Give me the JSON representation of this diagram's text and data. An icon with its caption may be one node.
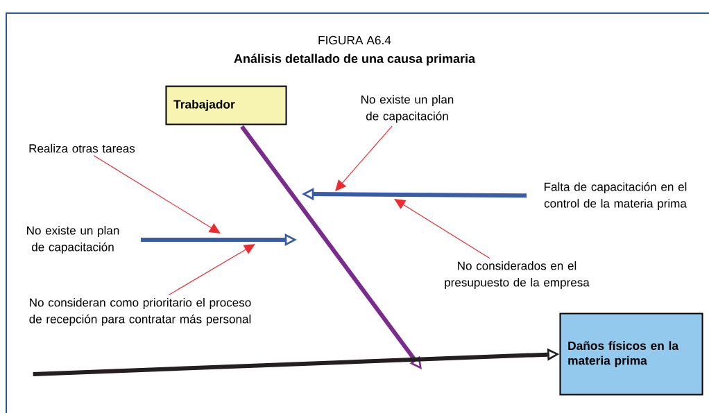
{
  "diagram": {
    "title": "Análisis detallado de una causa primaria",
    "nodes": [
      {
        "text": [
          "Trabajador"
        ]
      },
      {
        "text": [
          "Daños físicos en la materia prima"
        ]
      },
      {
        "text": [
          "Realiza otras tareas"
        ]
      },
      {
        "text": [
          "No existe un plan de capacitación"
        ]
      },
      {
        "text": [
          "No consideran como prioritario el proceso de recepción para contratar más personal"
        ]
      },
      {
        "text": [
          "No existe un plan de capacitación"
        ]
      },
      {
        "text": [
          "Falta de capacitación en el control de la materia prima"
        ]
      },
      {
        "text": [
          "No considerados en el presupuesto de la empresa"
        ]
      }
    ],
    "edges": [
      {
        "from": 0,
        "to": null,
        "arrow": "to",
        "style": "thick",
        "color": "#7b2a8e"
      },
      {
        "from": null,
        "to": 1,
        "arrow": "to",
        "style": "thick",
        "color": "#231f20"
      },
      {
        "from": 3,
        "to": null,
        "arrow": "to",
        "style": "thick",
        "color": "#3a5ba8"
      },
      {
        "from": 6,
        "to": null,
        "arrow": "to",
        "style": "thick",
        "color": "#3a5ba8"
      },
      {
        "from": 2,
        "to": null,
        "arrow": "to"
      },
      {
        "from": 4,
        "to": null,
        "arrow": "to"
      },
      {
        "from": 5,
        "to": null,
        "arrow": "to"
      },
      {
        "from": 7,
        "to": null,
        "arrow": "to"
      }
    ],
    "labels": [
      "FIGURA A6.4"
    ]
  }
}
